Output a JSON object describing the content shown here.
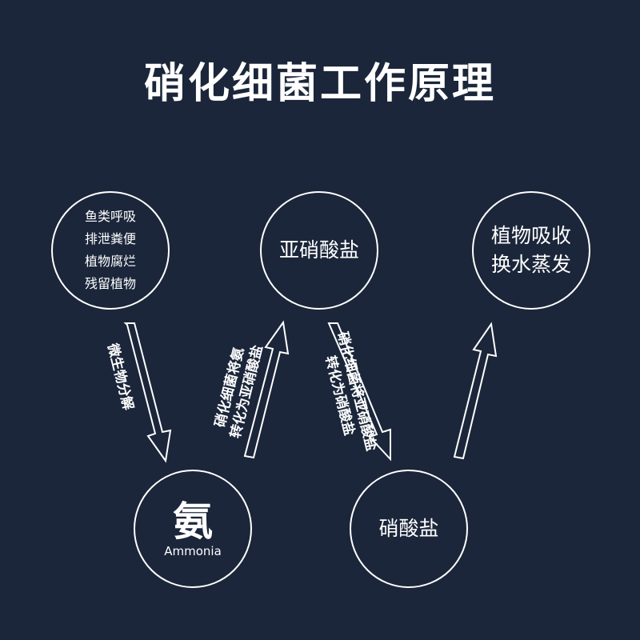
{
  "title": "硝化细菌工作原理",
  "nodes": {
    "sources": [
      "鱼类呼吸",
      "排泄粪便",
      "植物腐烂",
      "残留植物"
    ],
    "nitrite": "亚硝酸盐",
    "plants": [
      "植物吸收",
      "换水蒸发"
    ],
    "ammonia": {
      "cn": "氨",
      "en": "Ammonia"
    },
    "nitrate": "硝酸盐"
  },
  "arrows": {
    "decompose": "微生物分解",
    "to_nitrite": [
      "硝化细菌将氨",
      "转化为亚硝酸盐"
    ],
    "to_nitrate": [
      "硝化细菌将亚硝酸盐",
      "转化为硝酸盐"
    ]
  },
  "colors": {
    "background": "#1b263a",
    "foreground": "#ffffff"
  }
}
